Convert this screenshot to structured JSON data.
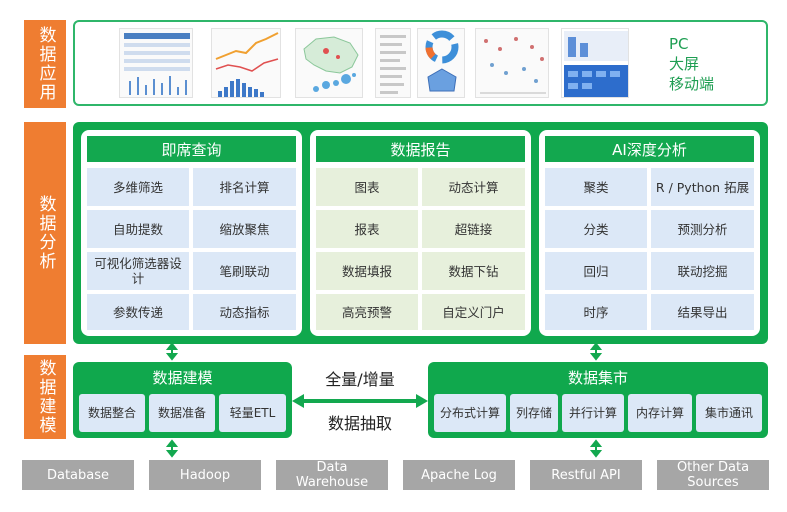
{
  "layers": {
    "app": "数据应用",
    "analysis": "数据分析",
    "modeling": "数据建模"
  },
  "app_targets": [
    "PC",
    "大屏",
    "移动端"
  ],
  "panels": [
    {
      "title": "即席查询",
      "items": [
        "多维筛选",
        "排名计算",
        "自助提数",
        "缩放聚焦",
        "可视化筛选器设计",
        "笔刷联动",
        "参数传递",
        "动态指标"
      ]
    },
    {
      "title": "数据报告",
      "items": [
        "图表",
        "动态计算",
        "报表",
        "超链接",
        "数据填报",
        "数据下钻",
        "高亮预警",
        "自定义门户"
      ]
    },
    {
      "title": "AI深度分析",
      "items": [
        "聚类",
        "R / Python 拓展",
        "分类",
        "预测分析",
        "回归",
        "联动挖掘",
        "时序",
        "结果导出"
      ]
    }
  ],
  "modeling": {
    "title": "数据建模",
    "items": [
      "数据整合",
      "数据准备",
      "轻量ETL"
    ]
  },
  "mart": {
    "title": "数据集市",
    "items": [
      "分布式计算",
      "列存储",
      "并行计算",
      "内存计算",
      "集市通讯"
    ]
  },
  "extraction": {
    "line1": "全量/增量",
    "line2": "数据抽取"
  },
  "sources": [
    "Database",
    "Hadoop",
    "Data Warehouse",
    "Apache Log",
    "Restful API",
    "Other Data Sources"
  ],
  "colors": {
    "accent_green": "#13a84f",
    "side_orange": "#ef7d31",
    "cell_blue": "#dce8f7",
    "cell_pale_green": "#e7f0dc",
    "source_gray": "#a6a6a6"
  }
}
